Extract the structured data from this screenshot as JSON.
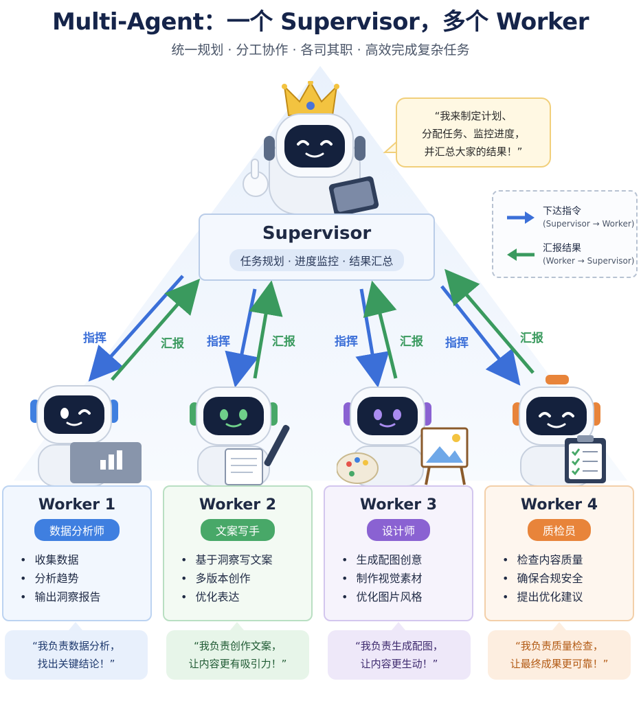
{
  "header": {
    "title": "Multi-Agent：一个 Supervisor，多个 Worker",
    "subtitle": "统一规划 · 分工协作 · 各司其职 · 高效完成复杂任务"
  },
  "supervisor": {
    "title": "Supervisor",
    "duties": "任务规划 · 进度监控 · 结果汇总",
    "speech": [
      "“我来制定计划、",
      "分配任务、监控进度，",
      "并汇总大家的结果！”"
    ]
  },
  "legend": {
    "command": {
      "label": "下达指令",
      "sub": "(Supervisor → Worker)",
      "color": "#3b6fd8"
    },
    "report": {
      "label": "汇报结果",
      "sub": "(Worker → Supervisor)",
      "color": "#3a9a5e"
    }
  },
  "arrow_labels": {
    "command": "指挥",
    "report": "汇报"
  },
  "workers": [
    {
      "title": "Worker 1",
      "role": "数据分析师",
      "tasks": [
        "收集数据",
        "分析趋势",
        "输出洞察报告"
      ],
      "quote": [
        "“我负责数据分析，",
        "找出关键结论！”"
      ],
      "accent": "#3f7fe0",
      "card_bg": "#f2f7fe",
      "card_border": "#bcd3f1",
      "quote_bg": "#e8f0fc",
      "quote_color": "#1f3a6e"
    },
    {
      "title": "Worker 2",
      "role": "文案写手",
      "tasks": [
        "基于洞察写文案",
        "多版本创作",
        "优化表达"
      ],
      "quote": [
        "“我负责创作文案，",
        "让内容更有吸引力！”"
      ],
      "accent": "#48a868",
      "card_bg": "#f3faf3",
      "card_border": "#b9dfc2",
      "quote_bg": "#e7f5e9",
      "quote_color": "#1f5a33"
    },
    {
      "title": "Worker 3",
      "role": "设计师",
      "tasks": [
        "生成配图创意",
        "制作视觉素材",
        "优化图片风格"
      ],
      "quote": [
        "“我负责生成配图，",
        "让内容更生动！”"
      ],
      "accent": "#8a62d2",
      "card_bg": "#f6f3fc",
      "card_border": "#d3c6ee",
      "quote_bg": "#eee8f9",
      "quote_color": "#3e2a6e"
    },
    {
      "title": "Worker 4",
      "role": "质检员",
      "tasks": [
        "检查内容质量",
        "确保合规安全",
        "提出优化建议"
      ],
      "quote": [
        "“我负责质量检查，",
        "让最终成果更可靠！”"
      ],
      "accent": "#e8843a",
      "card_bg": "#fef6ee",
      "card_border": "#f3cfa9",
      "quote_bg": "#fdeee0",
      "quote_color": "#b25a14"
    }
  ]
}
